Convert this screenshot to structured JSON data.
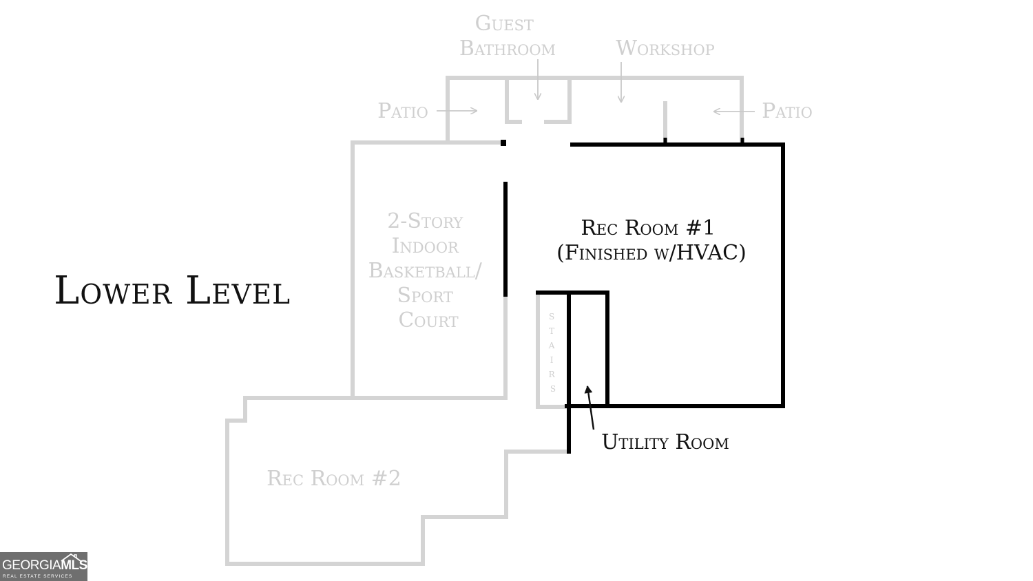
{
  "title": "Lower Level",
  "rooms": {
    "guest_bathroom": [
      "Guest",
      "Bathroom"
    ],
    "workshop": "Workshop",
    "patio_left": "Patio",
    "patio_right": "Patio",
    "sport_court": [
      "2-Story",
      "Indoor",
      "Basketball/",
      "Sport",
      "Court"
    ],
    "rec_room_1": [
      "Rec Room #1",
      "(Finished w/HVAC)"
    ],
    "stairs": [
      "S",
      "T",
      "A",
      "I",
      "R",
      "S"
    ],
    "utility_room": "Utility Room",
    "rec_room_2": "Rec Room #2"
  },
  "colors": {
    "unfinished_wall": "#d4d4d4",
    "finished_wall": "#000000",
    "unfinished_label": "#cfcfcf",
    "finished_label": "#111111"
  },
  "watermark": {
    "brand_a": "GEORGIA",
    "brand_b": "MLS",
    "tagline": "REAL ESTATE SERVICES",
    "icon": "house-roof-icon"
  }
}
